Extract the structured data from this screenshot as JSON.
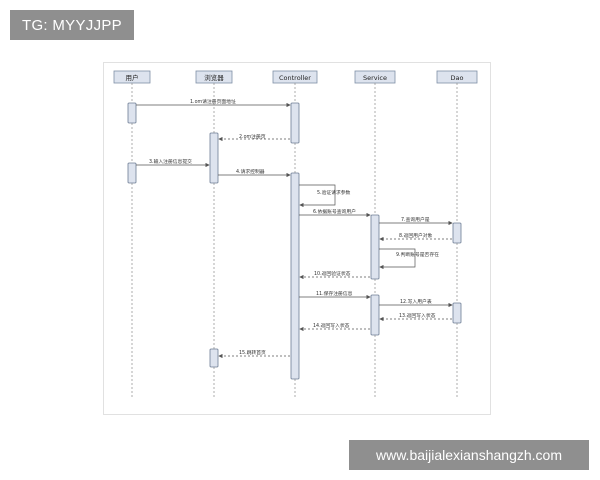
{
  "watermarks": {
    "top": "TG: MYYJJPP",
    "bottom": "www.baijialexianshangzh.com"
  },
  "diagram": {
    "participants": [
      "用户",
      "浏览器",
      "Controller",
      "Service",
      "Dao"
    ],
    "messages": [
      "1.om请注册页面地址",
      "2.om注册页",
      "3.输入注册信息提交",
      "4.请求控制器",
      "5.验证请求参数",
      "6.依据账号查询用户",
      "7.查询用户是",
      "8.返回用户对象",
      "9.判断账号是否存在",
      "10.返回验证状态",
      "11.保存注册信息",
      "12.写入用户表",
      "13.返回写入状态",
      "14.返回写入状态",
      "15.跳转首页"
    ]
  }
}
